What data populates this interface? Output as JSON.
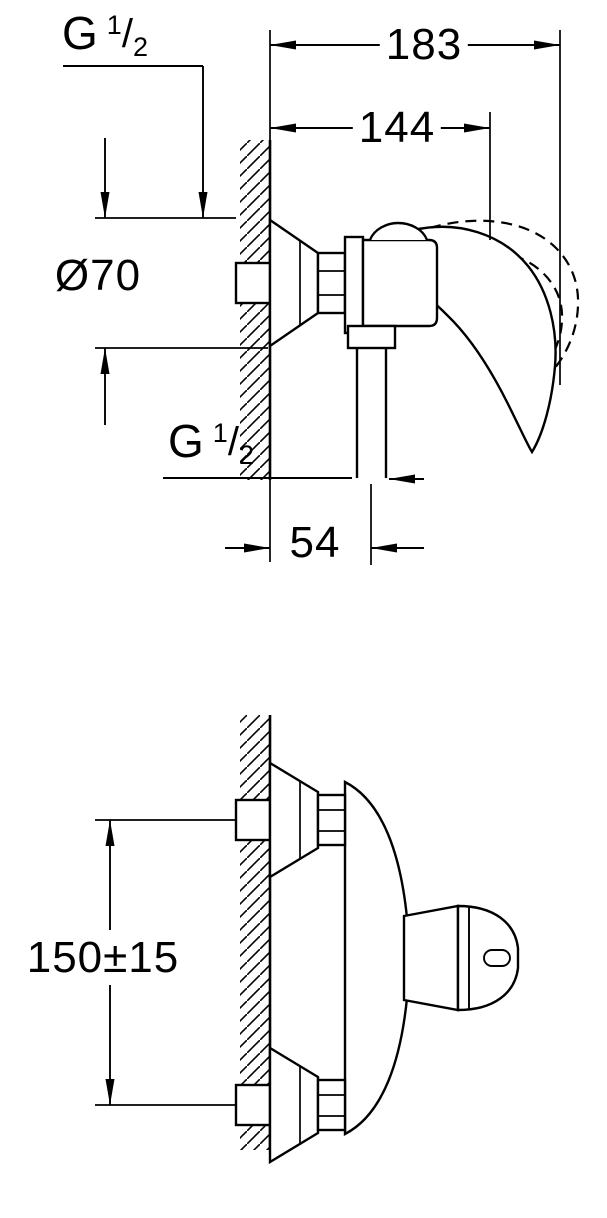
{
  "colors": {
    "ink": "#000000",
    "paper": "#ffffff"
  },
  "labels": {
    "dim_width_max": "183",
    "dim_width_body": "144",
    "dim_escutcheon_diameter": "Ø70",
    "dim_outlet_offset": "54",
    "dim_connection_spacing": "150±15",
    "thread_inlet": {
      "prefix": "G",
      "numerator": "1",
      "separator": "/",
      "denominator": "2"
    },
    "thread_outlet": {
      "prefix": "G",
      "numerator": "1",
      "separator": "/",
      "denominator": "2"
    }
  }
}
